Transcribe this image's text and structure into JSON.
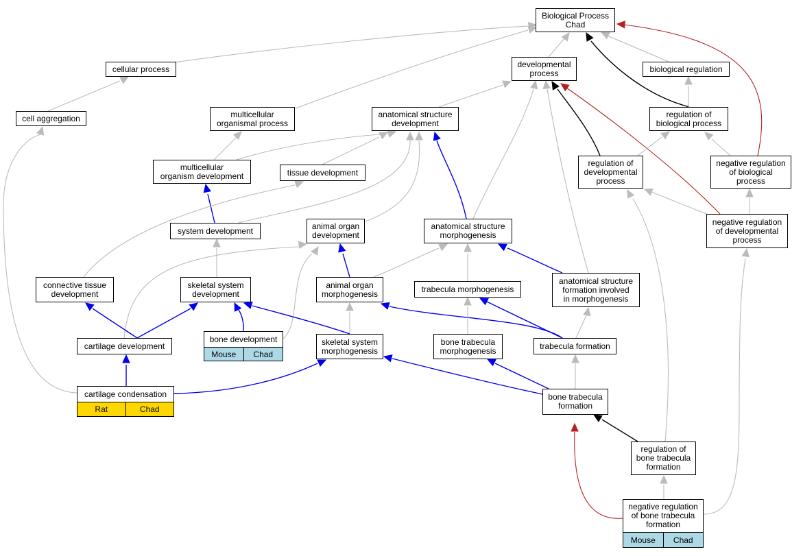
{
  "colors": {
    "is_a": "#bbbbbb",
    "part_of": "#0000ee",
    "regulates": "#000000",
    "negatively_regulates": "#b22222",
    "tag_rat": "#ffd700",
    "tag_mouse": "#add8e6"
  },
  "nodes": {
    "bp": "Biological Process\nChad",
    "cellular_process": "cellular process",
    "developmental_process": "developmental\nprocess",
    "biological_regulation": "biological regulation",
    "cell_aggregation": "cell aggregation",
    "multicellular_organismal_process": "multicellular\norganismal process",
    "anatomical_structure_development": "anatomical structure\ndevelopment",
    "regulation_of_biological_process": "regulation of\nbiological process",
    "multicellular_organism_development": "multicellular\norganism development",
    "tissue_development": "tissue development",
    "regulation_of_developmental_process": "regulation of\ndevelopmental\nprocess",
    "negative_regulation_of_biological_process": "negative regulation\nof biological\nprocess",
    "system_development": "system development",
    "animal_organ_development": "animal organ\ndevelopment",
    "anatomical_structure_morphogenesis": "anatomical structure\nmorphogenesis",
    "negative_regulation_of_developmental_process": "negative regulation\nof developmental\nprocess",
    "connective_tissue_development": "connective tissue\ndevelopment",
    "skeletal_system_development": "skeletal system\ndevelopment",
    "animal_organ_morphogenesis": "animal organ\nmorphogenesis",
    "trabecula_morphogenesis": "trabecula morphogenesis",
    "anatomical_structure_formation": "anatomical structure\nformation involved\nin morphogenesis",
    "cartilage_development": "cartilage development",
    "bone_development": "bone development",
    "skeletal_system_morphogenesis": "skeletal system\nmorphogenesis",
    "bone_trabecula_morphogenesis": "bone trabecula\nmorphogenesis",
    "trabecula_formation": "trabecula formation",
    "cartilage_condensation": "cartilage condensation",
    "bone_trabecula_formation": "bone trabecula\nformation",
    "regulation_of_bone_trabecula_formation": "regulation of\nbone trabecula\nformation",
    "negative_regulation_of_bone_trabecula_formation": "negative regulation\nof bone trabecula\nformation"
  },
  "tags": {
    "bone_development": [
      "Mouse",
      "Chad"
    ],
    "cartilage_condensation": [
      "Rat",
      "Chad"
    ],
    "negative_regulation_of_bone_trabecula_formation": [
      "Mouse",
      "Chad"
    ]
  }
}
